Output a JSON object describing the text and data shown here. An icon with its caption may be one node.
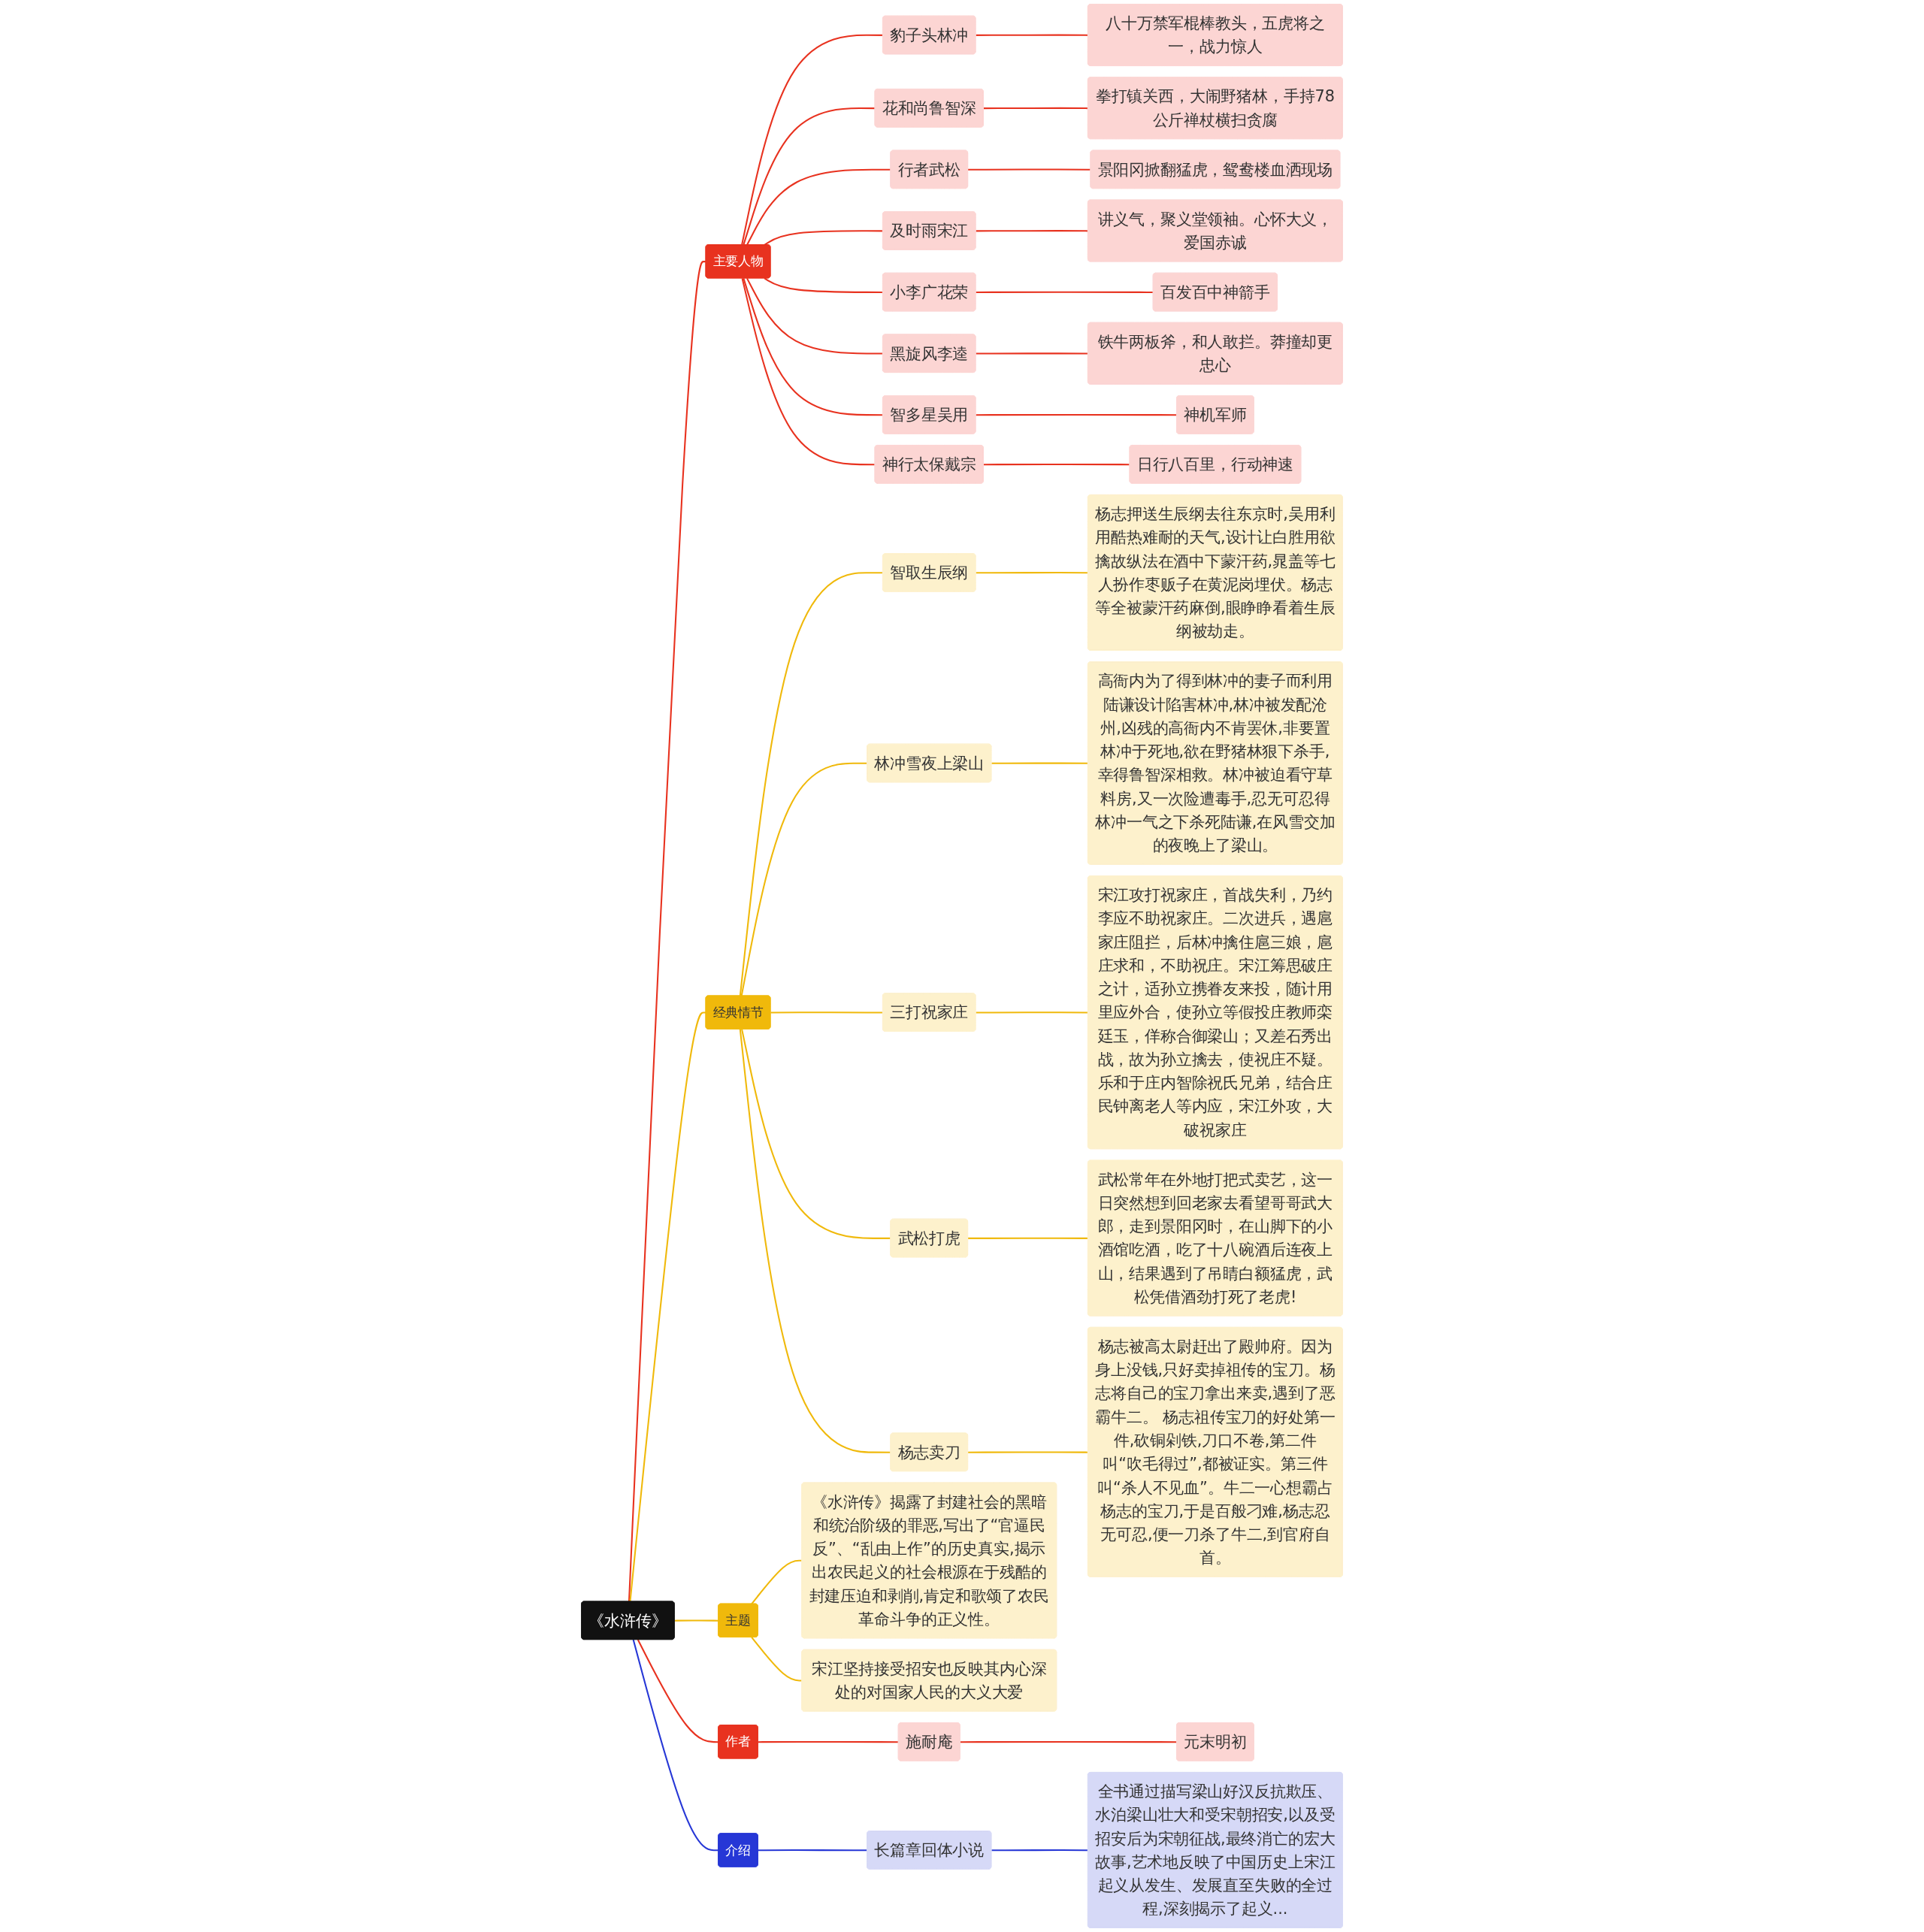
{
  "diagram": {
    "nodes": [
      {
        "text": [
          "《水浒传》"
        ]
      },
      {
        "text": [
          "主要人物"
        ]
      },
      {
        "text": [
          "豹子头林冲"
        ]
      },
      {
        "text": [
          "八十万禁军棍棒教头，五虎将之一，战力惊人"
        ]
      },
      {
        "text": [
          "花和尚鲁智深"
        ]
      },
      {
        "text": [
          "拳打镇关西，大闹野猪林，手持78公斤禅杖横扫贪腐"
        ]
      },
      {
        "text": [
          "行者武松"
        ]
      },
      {
        "text": [
          "景阳冈掀翻猛虎，鸳鸯楼血洒现场"
        ]
      },
      {
        "text": [
          "及时雨宋江"
        ]
      },
      {
        "text": [
          "讲义气，聚义堂领袖。心怀大义，爱国赤诚"
        ]
      },
      {
        "text": [
          "小李广花荣"
        ]
      },
      {
        "text": [
          "百发百中神箭手"
        ]
      },
      {
        "text": [
          "黑旋风李逵"
        ]
      },
      {
        "text": [
          "铁牛两板斧，和人敢拦。莽撞却更忠心"
        ]
      },
      {
        "text": [
          "智多星吴用"
        ]
      },
      {
        "text": [
          "神机军师"
        ]
      },
      {
        "text": [
          "神行太保戴宗"
        ]
      },
      {
        "text": [
          "日行八百里，行动神速"
        ]
      },
      {
        "text": [
          "经典情节"
        ]
      },
      {
        "text": [
          "智取生辰纲"
        ]
      },
      {
        "text": [
          "杨志押送生辰纲去往东京时,吴用利用酷热难耐的天气,设计让白胜用欲擒故纵法在酒中下蒙汗药,晁盖等七人扮作枣贩子在黄泥岗埋伏。杨志等全被蒙汗药麻倒,眼睁睁看着生辰纲被劫走。"
        ]
      },
      {
        "text": [
          "林冲雪夜上梁山"
        ]
      },
      {
        "text": [
          "高衙内为了得到林冲的妻子而利用陆谦设计陷害林冲,林冲被发配沧州,凶残的高衙内不肯罢休,非要置林冲于死地,欲在野猪林狠下杀手,幸得鲁智深相救。林冲被迫看守草料房,又一次险遭毒手,忍无可忍得林冲一气之下杀死陆谦,在风雪交加的夜晚上了梁山。"
        ]
      },
      {
        "text": [
          "三打祝家庄"
        ]
      },
      {
        "text": [
          "宋江攻打祝家庄，首战失利，乃约李应不助祝家庄。二次进兵，遇扈家庄阻拦，后林冲擒住扈三娘，扈庄求和，不助祝庄。宋江筹思破庄之计，适孙立携眷友来投，随计用里应外合，使孙立等假投庄教师栾廷玉，佯称合御梁山；又差石秀出战，故为孙立擒去，使祝庄不疑。乐和于庄内智除祝氏兄弟，结合庄民钟离老人等内应，宋江外攻，大破祝家庄"
        ]
      },
      {
        "text": [
          "武松打虎"
        ]
      },
      {
        "text": [
          "武松常年在外地打把式卖艺，这一日突然想到回老家去看望哥哥武大郎，走到景阳冈时，在山脚下的小酒馆吃酒，吃了十八碗酒后连夜上山，结果遇到了吊睛白额猛虎，武松凭借酒劲打死了老虎!"
        ]
      },
      {
        "text": [
          "杨志卖刀"
        ]
      },
      {
        "text": [
          "杨志被高太尉赶出了殿帅府。因为身上没钱,只好卖掉祖传的宝刀。杨志将自己的宝刀拿出来卖,遇到了恶霸牛二。 杨志祖传宝刀的好处第一件,砍铜剁铁,刀口不卷,第二件叫“吹毛得过”,都被证实。第三件叫“杀人不见血”。牛二一心想霸占杨志的宝刀,于是百般刁难,杨志忍无可忍,便一刀杀了牛二,到官府自首。"
        ]
      },
      {
        "text": [
          "主题"
        ]
      },
      {
        "text": [
          "《水浒传》揭露了封建社会的黑暗和统治阶级的罪恶,写出了“官逼民反”、“乱由上作”的历史真实,揭示出农民起义的社会根源在于残酷的封建压迫和剥削,肯定和歌颂了农民革命斗争的正义性。"
        ]
      },
      {
        "text": [
          "宋江坚持接受招安也反映其内心深处的对国家人民的大义大爱"
        ]
      },
      {
        "text": [
          "作者"
        ]
      },
      {
        "text": [
          "施耐庵"
        ]
      },
      {
        "text": [
          "元末明初"
        ]
      },
      {
        "text": [
          "介绍"
        ]
      },
      {
        "text": [
          "长篇章回体小说"
        ]
      },
      {
        "text": [
          "全书通过描写梁山好汉反抗欺压、水泊梁山壮大和受宋朝招安,以及受招安后为宋朝征战,最终消亡的宏大故事,艺术地反映了中国历史上宋江起义从发生、发展直至失败的全过程,深刻揭示了起义..."
        ]
      }
    ],
    "edges": [
      {
        "from": 0,
        "to": 1,
        "arrow": "none"
      },
      {
        "from": 1,
        "to": 2,
        "arrow": "none"
      },
      {
        "from": 2,
        "to": 3,
        "arrow": "none"
      },
      {
        "from": 1,
        "to": 4,
        "arrow": "none"
      },
      {
        "from": 4,
        "to": 5,
        "arrow": "none"
      },
      {
        "from": 1,
        "to": 6,
        "arrow": "none"
      },
      {
        "from": 6,
        "to": 7,
        "arrow": "none"
      },
      {
        "from": 1,
        "to": 8,
        "arrow": "none"
      },
      {
        "from": 8,
        "to": 9,
        "arrow": "none"
      },
      {
        "from": 1,
        "to": 10,
        "arrow": "none"
      },
      {
        "from": 10,
        "to": 11,
        "arrow": "none"
      },
      {
        "from": 1,
        "to": 12,
        "arrow": "none"
      },
      {
        "from": 12,
        "to": 13,
        "arrow": "none"
      },
      {
        "from": 1,
        "to": 14,
        "arrow": "none"
      },
      {
        "from": 14,
        "to": 15,
        "arrow": "none"
      },
      {
        "from": 1,
        "to": 16,
        "arrow": "none"
      },
      {
        "from": 16,
        "to": 17,
        "arrow": "none"
      },
      {
        "from": 0,
        "to": 18,
        "arrow": "none",
        "color": "#f0b90b"
      },
      {
        "from": 18,
        "to": 19,
        "arrow": "none",
        "color": "#f0b90b"
      },
      {
        "from": 19,
        "to": 20,
        "arrow": "none",
        "color": "#f0b90b"
      },
      {
        "from": 18,
        "to": 21,
        "arrow": "none",
        "color": "#f0b90b"
      },
      {
        "from": 21,
        "to": 22,
        "arrow": "none",
        "color": "#f0b90b"
      },
      {
        "from": 18,
        "to": 23,
        "arrow": "none",
        "color": "#f0b90b"
      },
      {
        "from": 23,
        "to": 24,
        "arrow": "none",
        "color": "#f0b90b"
      },
      {
        "from": 18,
        "to": 25,
        "arrow": "none",
        "color": "#f0b90b"
      },
      {
        "from": 25,
        "to": 26,
        "arrow": "none",
        "color": "#f0b90b"
      },
      {
        "from": 18,
        "to": 27,
        "arrow": "none",
        "color": "#f0b90b"
      },
      {
        "from": 27,
        "to": 28,
        "arrow": "none",
        "color": "#f0b90b"
      },
      {
        "from": 0,
        "to": 29,
        "arrow": "none",
        "color": "#f0b90b"
      },
      {
        "from": 29,
        "to": 30,
        "arrow": "none",
        "color": "#f0b90b"
      },
      {
        "from": 29,
        "to": 31,
        "arrow": "none",
        "color": "#f0b90b"
      },
      {
        "from": 0,
        "to": 32,
        "arrow": "none"
      },
      {
        "from": 32,
        "to": 33,
        "arrow": "none"
      },
      {
        "from": 33,
        "to": 34,
        "arrow": "none"
      },
      {
        "from": 0,
        "to": 35,
        "arrow": "none",
        "color": "#2637d6"
      },
      {
        "from": 35,
        "to": 36,
        "arrow": "none",
        "color": "#2637d6"
      },
      {
        "from": 36,
        "to": 37,
        "arrow": "none",
        "color": "#2637d6"
      }
    ]
  }
}
